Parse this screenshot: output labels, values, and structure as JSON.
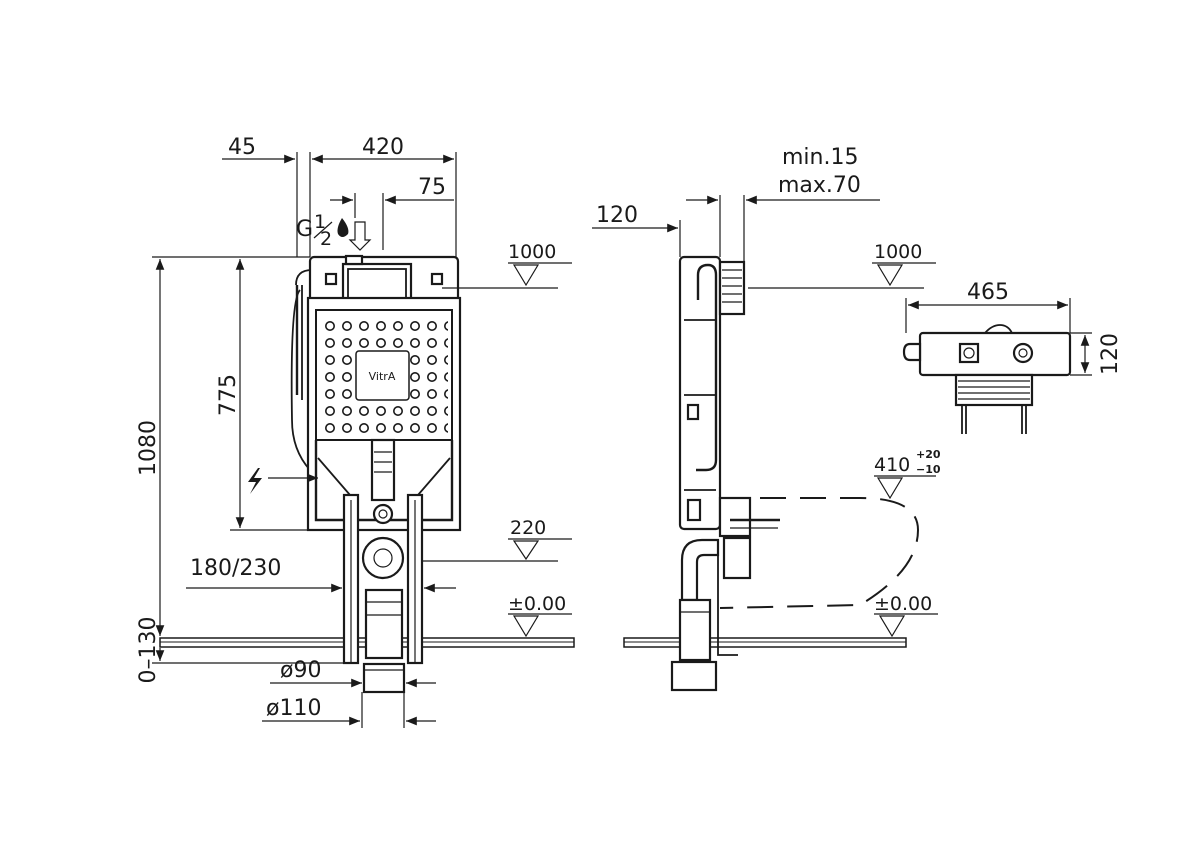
{
  "front_view": {
    "dim_width_total": "420",
    "dim_side_offset": "45",
    "dim_inlet_offset": "75",
    "inlet_label_g": "G",
    "inlet_label_frac_num": "1",
    "inlet_label_frac_den": "2",
    "dim_height_total": "1080",
    "dim_button_height": "775",
    "level_flush": "1000",
    "level_outlet": "220",
    "dim_foot_spacing": "180/230",
    "level_floor": "±0.00",
    "dim_floor_range": "0–130",
    "dim_pipe_90": "ø90",
    "dim_pipe_110": "ø110",
    "brand_logo": "VitrA"
  },
  "side_view": {
    "dim_depth": "120",
    "dim_wall_min": "min.15",
    "dim_wall_max": "max.70",
    "level_flush": "1000",
    "level_bowl": "410",
    "level_bowl_tol_plus": "+20",
    "level_bowl_tol_minus": "−10",
    "level_floor": "±0.00"
  },
  "top_view": {
    "dim_width": "465",
    "dim_depth": "120"
  }
}
